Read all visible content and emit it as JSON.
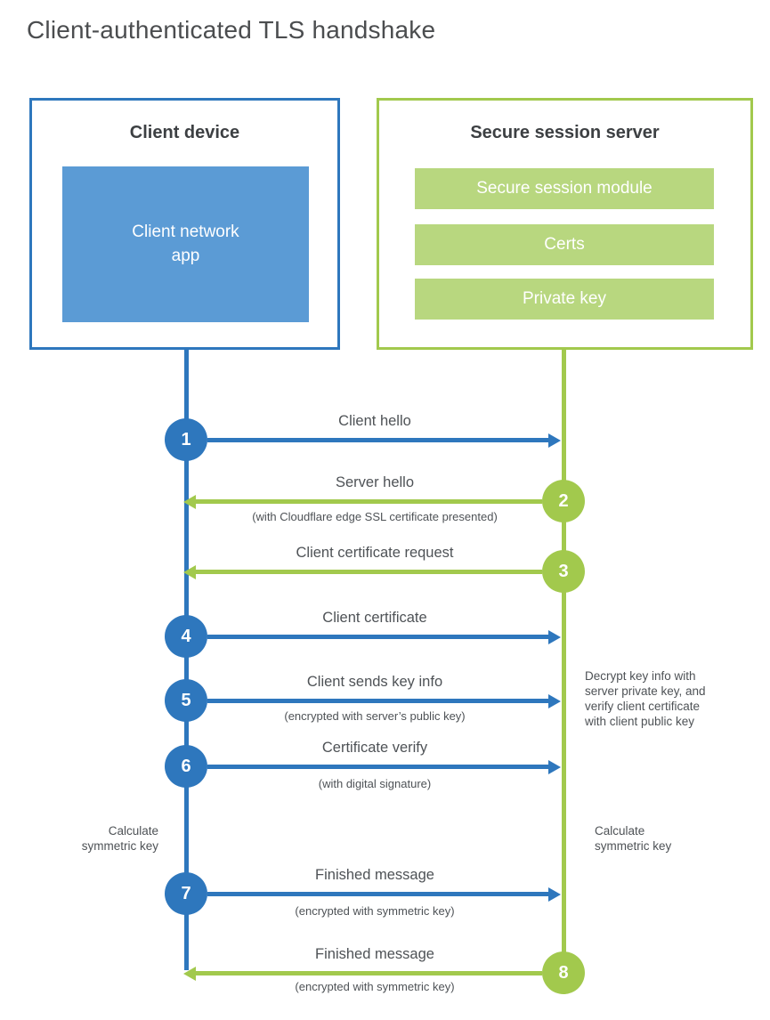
{
  "title": "Client-authenticated TLS handshake",
  "client": {
    "title": "Client device",
    "app_label": "Client network\napp"
  },
  "server": {
    "title": "Secure session server",
    "modules": [
      "Secure session module",
      "Certs",
      "Private key"
    ]
  },
  "steps": [
    {
      "num": "1",
      "from": "client",
      "direction": "right",
      "label": "Client hello",
      "subtext": ""
    },
    {
      "num": "2",
      "from": "server",
      "direction": "left",
      "label": "Server hello",
      "subtext": "(with Cloudflare edge SSL certificate presented)"
    },
    {
      "num": "3",
      "from": "server",
      "direction": "left",
      "label": "Client certificate request",
      "subtext": ""
    },
    {
      "num": "4",
      "from": "client",
      "direction": "right",
      "label": "Client certificate",
      "subtext": ""
    },
    {
      "num": "5",
      "from": "client",
      "direction": "right",
      "label": "Client sends key info",
      "subtext": "(encrypted with server’s public key)"
    },
    {
      "num": "6",
      "from": "client",
      "direction": "right",
      "label": "Certificate verify",
      "subtext": "(with digital signature)"
    },
    {
      "num": "7",
      "from": "client",
      "direction": "right",
      "label": "Finished message",
      "subtext": "(encrypted with symmetric key)"
    },
    {
      "num": "8",
      "from": "server",
      "direction": "left",
      "label": "Finished message",
      "subtext": "(encrypted with symmetric key)"
    }
  ],
  "annotations": {
    "server_note": "Decrypt key info with\nserver private key, and\nverify client certificate\nwith client public key",
    "client_calc": "Calculate\nsymmetric key",
    "server_calc": "Calculate\nsymmetric key"
  },
  "colors": {
    "blue": "#2e77bd",
    "blue_fill": "#5b9bd5",
    "green": "#a2c94d",
    "green_fill": "#b8d77f"
  }
}
